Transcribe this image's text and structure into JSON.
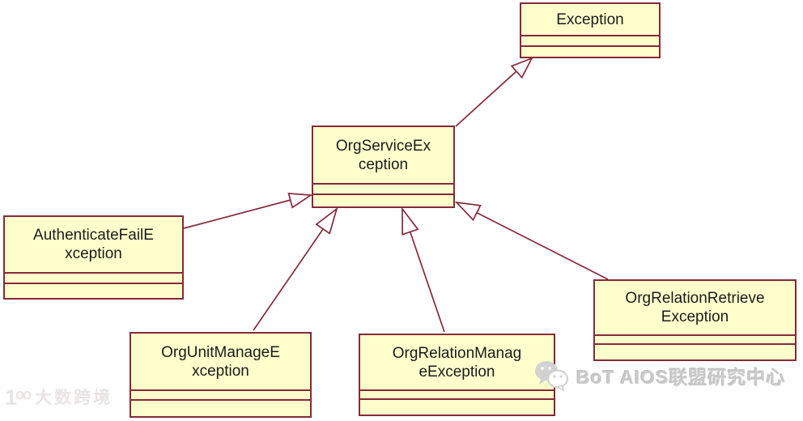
{
  "diagram": {
    "type": "uml-class-diagram",
    "colors": {
      "box_fill": "#FFFFCC",
      "box_border": "#862939",
      "arrow_line": "#862939",
      "class_text": "#1b1b1b",
      "background": "#ffffff"
    },
    "classes": [
      {
        "id": "exception",
        "name": "Exception",
        "display": "Exception"
      },
      {
        "id": "org-service-exception",
        "name": "OrgServiceException",
        "display": "OrgServiceEx\nception"
      },
      {
        "id": "authenticate-fail-exception",
        "name": "AuthenticateFailException",
        "display": "AuthenticateFailE\nxception"
      },
      {
        "id": "org-unit-manage-exception",
        "name": "OrgUnitManageException",
        "display": "OrgUnitManageE\nxception"
      },
      {
        "id": "org-relation-manage-exception",
        "name": "OrgRelationManageException",
        "display": "OrgRelationManag\neException"
      },
      {
        "id": "org-relation-retrieve-exception",
        "name": "OrgRelationRetrieveException",
        "display": "OrgRelationRetrieve\nException"
      }
    ],
    "relationships": [
      {
        "type": "generalization",
        "child": "OrgServiceException",
        "parent": "Exception"
      },
      {
        "type": "generalization",
        "child": "AuthenticateFailException",
        "parent": "OrgServiceException"
      },
      {
        "type": "generalization",
        "child": "OrgUnitManageException",
        "parent": "OrgServiceException"
      },
      {
        "type": "generalization",
        "child": "OrgRelationManageException",
        "parent": "OrgServiceException"
      },
      {
        "type": "generalization",
        "child": "OrgRelationRetrieveException",
        "parent": "OrgServiceException"
      }
    ]
  },
  "watermarks": {
    "bottom_left": {
      "logo_glyph": "1ᵒᵒ",
      "text": "大数跨境"
    },
    "bottom_right": {
      "icon": "wechat-icon",
      "text": "BoT AIOS联盟研究中心"
    }
  }
}
